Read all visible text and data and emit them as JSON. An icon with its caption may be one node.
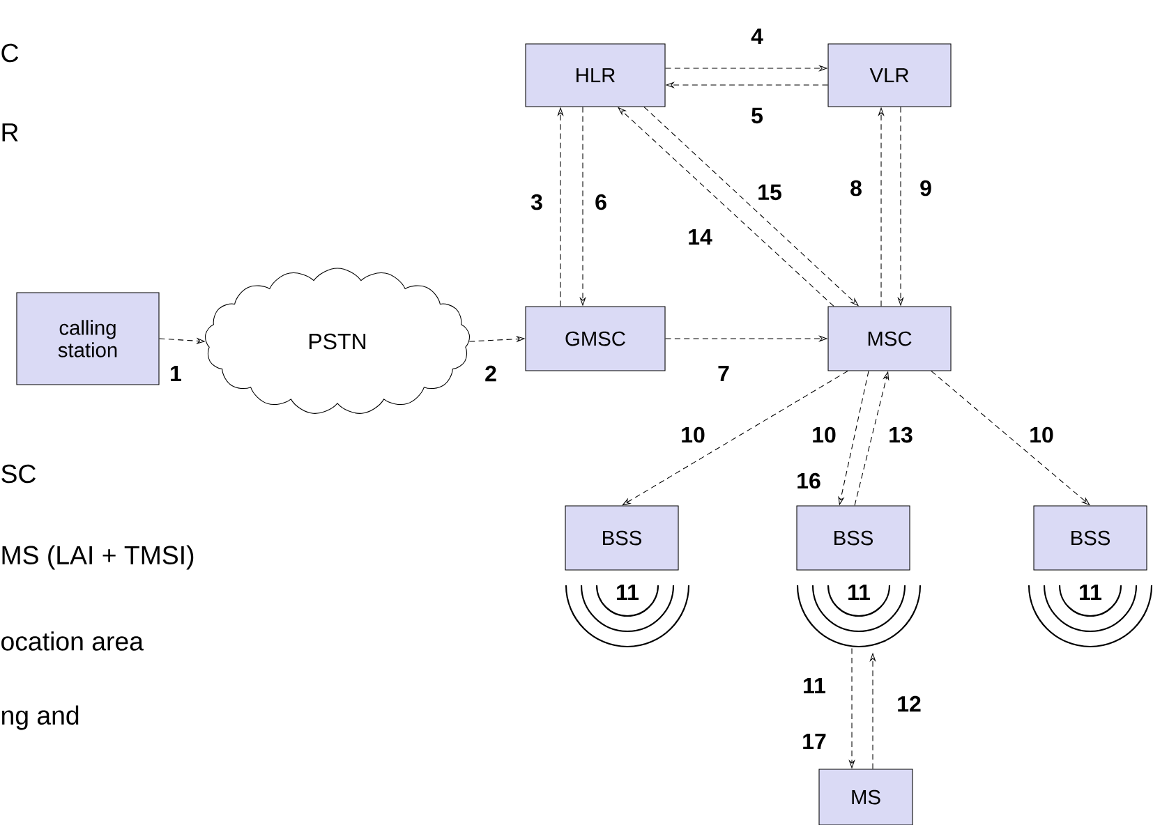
{
  "diagram": {
    "nodes": [
      {
        "text": [
          "calling station"
        ]
      },
      {
        "text": [
          "PSTN"
        ]
      },
      {
        "text": [
          "HLR"
        ]
      },
      {
        "text": [
          "VLR"
        ]
      },
      {
        "text": [
          "GMSC"
        ]
      },
      {
        "text": [
          "MSC"
        ]
      },
      {
        "text": [
          "BSS"
        ]
      },
      {
        "text": [
          "BSS"
        ]
      },
      {
        "text": [
          "BSS"
        ]
      },
      {
        "text": [
          "MS"
        ]
      }
    ],
    "edges": [
      {
        "from": 0,
        "to": 1,
        "arrow": "to",
        "label": "1"
      },
      {
        "from": 1,
        "to": 4,
        "arrow": "to",
        "label": "2"
      },
      {
        "from": 4,
        "to": 2,
        "arrow": "to",
        "label": "3"
      },
      {
        "from": 2,
        "to": 3,
        "arrow": "to",
        "label": "4"
      },
      {
        "from": 3,
        "to": 2,
        "arrow": "to",
        "label": "5"
      },
      {
        "from": 2,
        "to": 4,
        "arrow": "to",
        "label": "6"
      },
      {
        "from": 4,
        "to": 5,
        "arrow": "to",
        "label": "7"
      },
      {
        "from": 5,
        "to": 3,
        "arrow": "to",
        "label": "8"
      },
      {
        "from": 3,
        "to": 5,
        "arrow": "to",
        "label": "9"
      },
      {
        "from": 5,
        "to": 6,
        "arrow": "to",
        "label": "10"
      },
      {
        "from": 5,
        "to": 7,
        "arrow": "to",
        "label": "10"
      },
      {
        "from": 5,
        "to": 8,
        "arrow": "to",
        "label": "10"
      },
      {
        "from": 7,
        "to": 5,
        "arrow": "to",
        "label": "13"
      },
      {
        "from": 5,
        "to": 2,
        "arrow": "to",
        "label": "14"
      },
      {
        "from": 2,
        "to": 5,
        "arrow": "to",
        "label": "15"
      },
      {
        "from": 7,
        "to": 9,
        "arrow": "to",
        "label": "11"
      },
      {
        "from": 9,
        "to": 7,
        "arrow": "to",
        "label": "12"
      }
    ],
    "labels": [
      "C",
      "R",
      "SC",
      "MS (LAI + TMSI)",
      "ocation area",
      "ng and",
      "16",
      "11",
      "11",
      "11",
      "17"
    ]
  }
}
